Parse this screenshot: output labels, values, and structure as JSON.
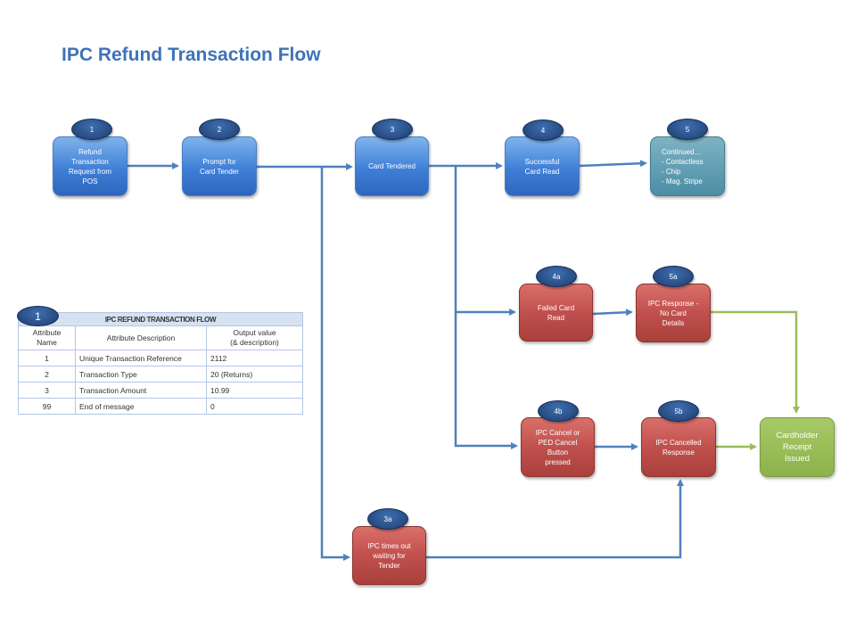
{
  "title": "IPC Refund Transaction Flow",
  "steps": {
    "s1": {
      "badge": "1",
      "label": "Refund\nTransaction\nRequest from\nPOS"
    },
    "s2": {
      "badge": "2",
      "label": "Prompt for\nCard Tender"
    },
    "s3": {
      "badge": "3",
      "label": "Card Tendered"
    },
    "s4": {
      "badge": "4",
      "label": "Successful\nCard Read"
    },
    "s5": {
      "badge": "5",
      "label": "Continued…\n- Contactless\n- Chip\n- Mag. Stripe"
    },
    "s4a": {
      "badge": "4a",
      "label": "Failed  Card\nRead"
    },
    "s5a": {
      "badge": "5a",
      "label": "IPC Response -\nNo Card\nDetails"
    },
    "s4b": {
      "badge": "4b",
      "label": "IPC Cancel  or\nPED Cancel\nButton\npressed"
    },
    "s5b": {
      "badge": "5b",
      "label": "IPC Cancelled\nResponse"
    },
    "s3a": {
      "badge": "3a",
      "label": "IPC times  out\nwaiting  for\nTender"
    },
    "receipt": {
      "label": "Cardholder\nReceipt\nIssued"
    }
  },
  "colors": {
    "blue": "#3f7fd6",
    "teal": "#4a8ea5",
    "red": "#c0504d",
    "green": "#8cb24a",
    "arrow": "#4f81bd",
    "green_arrow": "#9bbb59"
  },
  "table": {
    "badge": "1",
    "title": "IPC REFUND TRANSACTION FLOW",
    "headers": [
      "Attribute\nName",
      "Attribute Description",
      "Output value\n(& description)"
    ],
    "rows": [
      [
        "1",
        "Unique Transaction Reference",
        "2112"
      ],
      [
        "2",
        "Transaction Type",
        "20 (Returns)"
      ],
      [
        "3",
        "Transaction Amount",
        "10.99"
      ],
      [
        "99",
        "End of message",
        "0"
      ]
    ]
  }
}
